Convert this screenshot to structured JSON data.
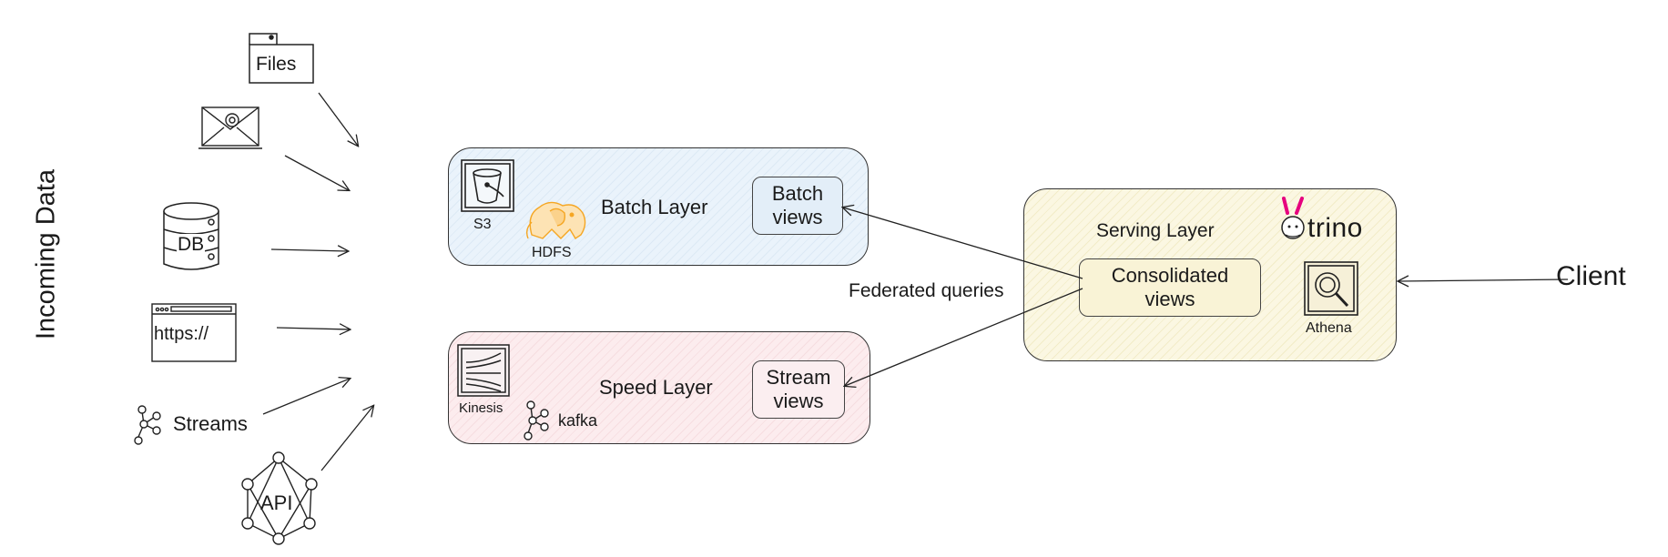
{
  "incoming": {
    "title": "Incoming Data",
    "files_label": "Files",
    "db_label": "DB",
    "web_label": "https://",
    "streams_label": "Streams",
    "api_label": "API"
  },
  "batch_layer": {
    "title": "Batch Layer",
    "s3_label": "S3",
    "hdfs_label": "HDFS",
    "views_label": "Batch\nviews"
  },
  "speed_layer": {
    "title": "Speed Layer",
    "kinesis_label": "Kinesis",
    "kafka_label": "kafka",
    "views_label": "Stream\nviews"
  },
  "serving_layer": {
    "title": "Serving Layer",
    "trino_label": "trino",
    "athena_label": "Athena",
    "views_label": "Consolidated\nviews"
  },
  "federated_label": "Federated queries",
  "client_label": "Client",
  "colors": {
    "batch_fill": "#eaf3fb",
    "speed_fill": "#fcecee",
    "serving_fill": "#fbf7e2",
    "views_fill_batch": "#e3eef8",
    "views_fill_serving": "#f9f3d6",
    "hdfs_orange": "#f5a623",
    "trino_pink": "#e6007e"
  }
}
